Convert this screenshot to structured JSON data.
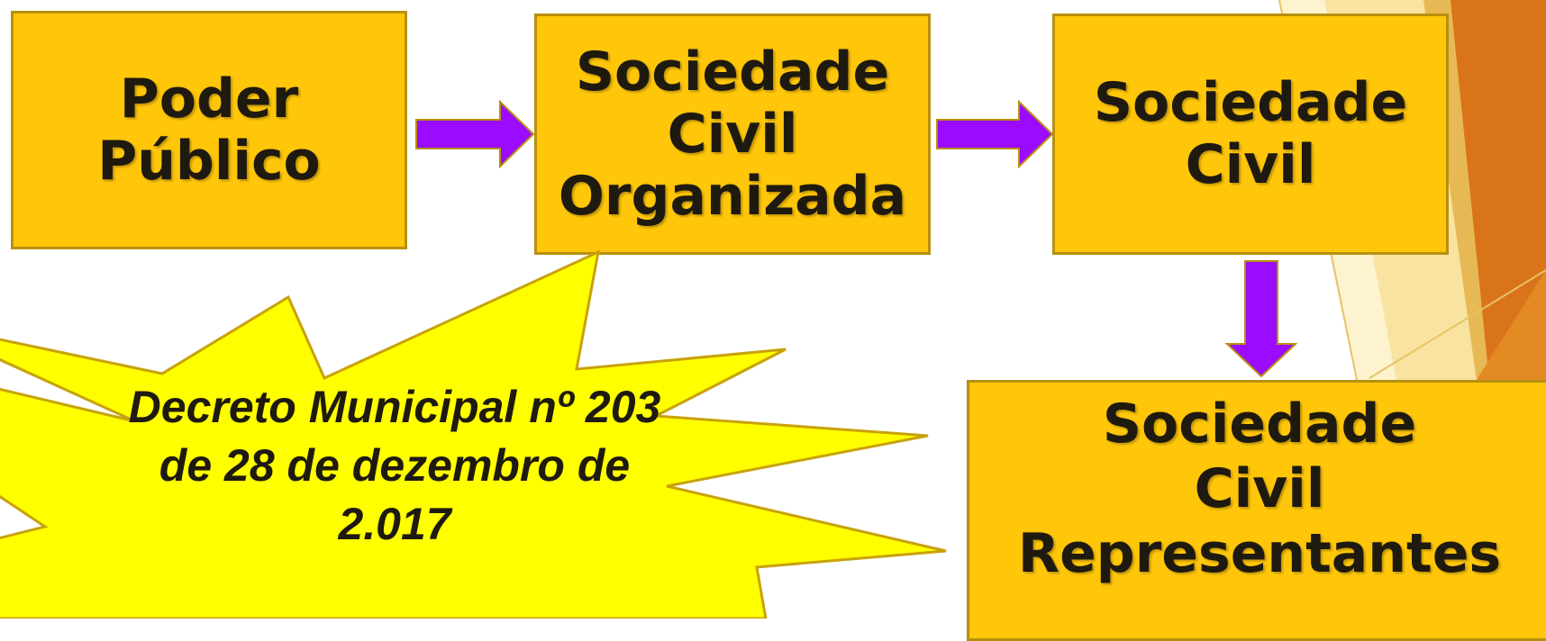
{
  "diagram": {
    "boxes": [
      {
        "id": "poder-publico",
        "text": "Poder\nPúblico"
      },
      {
        "id": "sociedade-civil-organizada",
        "text": "Sociedade\nCivil\nOrganizada"
      },
      {
        "id": "sociedade-civil",
        "text": "Sociedade\nCivil"
      },
      {
        "id": "sociedade-civil-representantes",
        "text": "Sociedade\nCivil\nRepresentantes"
      }
    ],
    "burst": {
      "text": "Decreto Municipal nº 203\nde 28 de dezembro de\n2.017"
    }
  },
  "colors": {
    "box_fill": "#ffc60a",
    "box_border": "#b8900f",
    "arrow_fill": "#9b0bff",
    "burst_fill": "#ffff00",
    "burst_border": "#c8a20c"
  }
}
